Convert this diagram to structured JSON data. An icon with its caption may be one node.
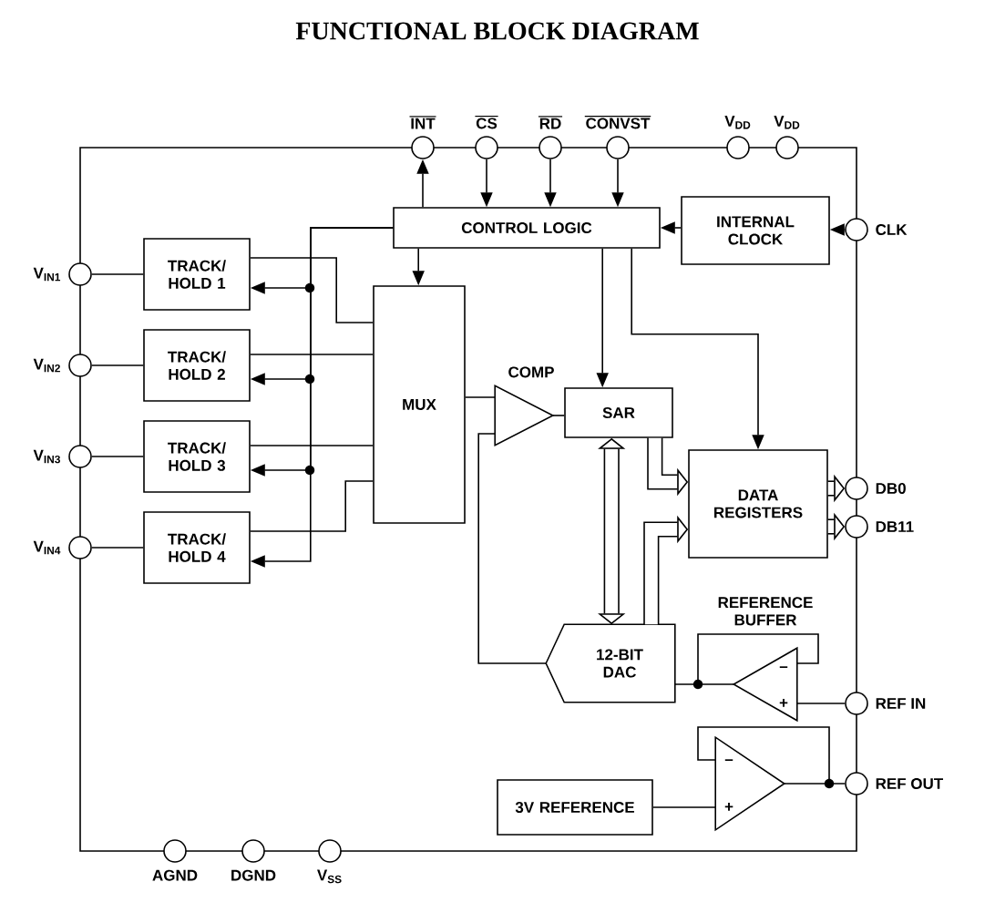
{
  "diagram": {
    "title": "FUNCTIONAL BLOCK DIAGRAM",
    "nodes": [
      {
        "text": [
          "INT"
        ]
      },
      {
        "text": [
          "CS"
        ]
      },
      {
        "text": [
          "RD"
        ]
      },
      {
        "text": [
          "CONVST"
        ]
      },
      {
        "text": [
          "V$_{DD}$"
        ]
      },
      {
        "text": [
          "V$_{DD}$"
        ]
      },
      {
        "text": [
          "CLK"
        ]
      },
      {
        "text": [
          "V$_{IN1}$"
        ]
      },
      {
        "text": [
          "V$_{IN2}$"
        ]
      },
      {
        "text": [
          "V$_{IN3}$"
        ]
      },
      {
        "text": [
          "V$_{IN4}$"
        ]
      },
      {
        "text": [
          "CONTROL LOGIC"
        ]
      },
      {
        "text": [
          "INTERNAL CLOCK"
        ]
      },
      {
        "text": [
          "TRACK/ HOLD 1"
        ]
      },
      {
        "text": [
          "TRACK/ HOLD 2"
        ]
      },
      {
        "text": [
          "TRACK/ HOLD 3"
        ]
      },
      {
        "text": [
          "TRACK/ HOLD 4"
        ]
      },
      {
        "text": [
          "MUX"
        ]
      },
      {
        "text": [
          "COMP"
        ]
      },
      {
        "text": [
          "SAR"
        ]
      },
      {
        "text": [
          "DATA REGISTERS"
        ]
      },
      {
        "text": [
          "DB0"
        ]
      },
      {
        "text": [
          "DB11"
        ]
      },
      {
        "text": [
          "12-BIT DAC"
        ]
      },
      {
        "text": [
          "REFERENCE BUFFER"
        ]
      },
      {
        "text": [
          "REF IN"
        ]
      },
      {
        "text": [],
        "shape": "triangle"
      },
      {
        "text": [
          "3V REFERENCE"
        ]
      },
      {
        "text": [
          "REF OUT"
        ]
      },
      {
        "text": [
          "AGND"
        ]
      },
      {
        "text": [
          "DGND"
        ]
      },
      {
        "text": [
          "V$_{SS}$"
        ]
      }
    ],
    "edges": [
      {
        "from": 11,
        "to": 0,
        "arrow": "to"
      },
      {
        "from": 1,
        "to": 11,
        "arrow": "to"
      },
      {
        "from": 2,
        "to": 11,
        "arrow": "to"
      },
      {
        "from": 3,
        "to": 11,
        "arrow": "to"
      },
      {
        "from": 6,
        "to": 12,
        "arrow": "to"
      },
      {
        "from": 12,
        "to": 11,
        "arrow": "to"
      },
      {
        "from": 11,
        "to": 17,
        "arrow": "to"
      },
      {
        "from": 11,
        "to": 19,
        "arrow": "to"
      },
      {
        "from": 11,
        "to": 20,
        "arrow": "to"
      },
      {
        "from": 11,
        "to": 13,
        "arrow": "to"
      },
      {
        "from": 11,
        "to": 14,
        "arrow": "to"
      },
      {
        "from": 11,
        "to": 15,
        "arrow": "to"
      },
      {
        "from": 11,
        "to": 16,
        "arrow": "to"
      },
      {
        "from": 7,
        "to": 13,
        "arrow": "none"
      },
      {
        "from": 8,
        "to": 14,
        "arrow": "none"
      },
      {
        "from": 9,
        "to": 15,
        "arrow": "none"
      },
      {
        "from": 10,
        "to": 16,
        "arrow": "none"
      },
      {
        "from": 13,
        "to": 17,
        "arrow": "none"
      },
      {
        "from": 14,
        "to": 17,
        "arrow": "none"
      },
      {
        "from": 15,
        "to": 17,
        "arrow": "none"
      },
      {
        "from": 16,
        "to": 17,
        "arrow": "none"
      },
      {
        "from": 17,
        "to": 18,
        "arrow": "none"
      },
      {
        "from": 18,
        "to": 19,
        "arrow": "none"
      },
      {
        "from": 23,
        "to": 18,
        "arrow": "none"
      },
      {
        "from": 19,
        "to": 23,
        "arrow": "both",
        "style": "thick"
      },
      {
        "from": 19,
        "to": 20,
        "arrow": "to",
        "style": "thick"
      },
      {
        "from": 23,
        "to": 20,
        "arrow": "to",
        "style": "thick"
      },
      {
        "from": 20,
        "to": 21,
        "arrow": "to",
        "style": "thick"
      },
      {
        "from": 20,
        "to": 22,
        "arrow": "to",
        "style": "thick"
      },
      {
        "from": 25,
        "to": 24,
        "arrow": "none"
      },
      {
        "from": 24,
        "to": 23,
        "arrow": "none"
      },
      {
        "from": 27,
        "to": 26,
        "arrow": "none"
      },
      {
        "from": 26,
        "to": 28,
        "arrow": "none"
      }
    ],
    "labels": [
      "–",
      "+",
      "–",
      "+"
    ]
  }
}
